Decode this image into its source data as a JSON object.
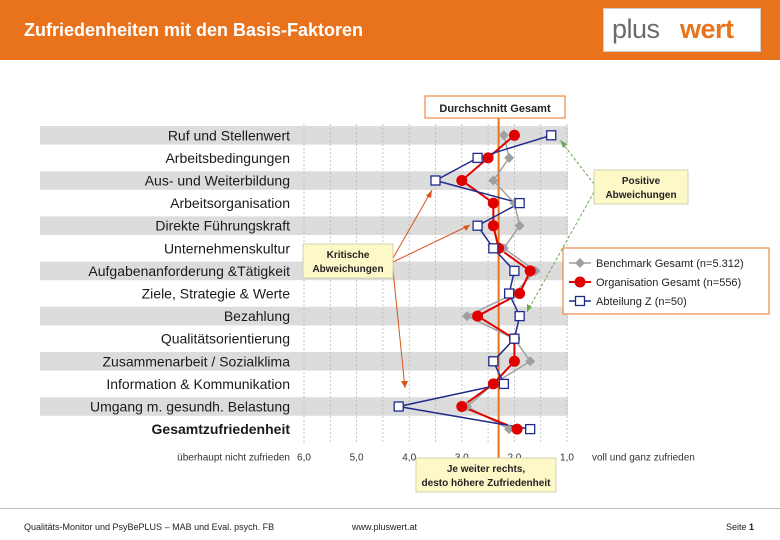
{
  "header": {
    "title": "Zufriedenheiten mit den Basis-Faktoren"
  },
  "logo": {
    "part1": "plus",
    "part2": "wert",
    "accent_color": "#e8731c"
  },
  "footer": {
    "left": "Qualitäts-Monitor und PsyBePLUS – MAB und Eval. psych. FB",
    "center": "www.pluswert.at",
    "page_label": "Seite",
    "page_number": "1"
  },
  "chart_data": {
    "type": "line",
    "orientation": "horizontal",
    "x_axis_reversed": true,
    "xlim": [
      6.0,
      1.0
    ],
    "x_ticks": [
      "6,0",
      "5,0",
      "4,0",
      "3,0",
      "2,0",
      "1,0"
    ],
    "x_label_left": "überhaupt nicht zufrieden",
    "x_label_right": "voll und ganz zufrieden",
    "categories": [
      "Ruf und Stellenwert",
      "Arbeitsbedingungen",
      "Aus- und Weiterbildung",
      "Arbeitsorganisation",
      "Direkte Führungskraft",
      "Unternehmenskultur",
      "Aufgabenanforderung &Tätigkeit",
      "Ziele, Strategie & Werte",
      "Bezahlung",
      "Qualitätsorientierung",
      "Zusammenarbeit / Sozialklima",
      "Information & Kommunikation",
      "Umgang m. gesundh. Belastung",
      "Gesamtzufriedenheit"
    ],
    "bold_category": "Gesamtzufriedenheit",
    "series": [
      {
        "name": "Benchmark Gesamt (n=5.312)",
        "color": "#a0a0a0",
        "marker": "diamond",
        "values": [
          2.2,
          2.1,
          2.4,
          2.0,
          1.9,
          2.2,
          1.6,
          2.0,
          2.9,
          2.0,
          1.7,
          2.4,
          2.9,
          2.1
        ]
      },
      {
        "name": "Organisation Gesamt  (n=556)",
        "color": "#e00000",
        "marker": "circle",
        "values": [
          2.0,
          2.5,
          3.0,
          2.4,
          2.4,
          2.3,
          1.7,
          1.9,
          2.7,
          2.0,
          2.0,
          2.4,
          3.0,
          1.95
        ]
      },
      {
        "name": "Abteilung Z (n=50)",
        "color": "#1f2a8c",
        "marker": "square",
        "values": [
          1.3,
          2.7,
          3.5,
          1.9,
          2.7,
          2.4,
          2.0,
          2.1,
          1.9,
          2.0,
          2.4,
          2.2,
          4.2,
          1.7
        ]
      }
    ],
    "reference_line": {
      "label": "Durchschnitt Gesamt",
      "value": 2.3,
      "color": "#e8731c"
    },
    "annotations": {
      "kritische": "Kritische Abweichungen",
      "positive": "Positive Abweichungen",
      "bottom_note": "Je weiter rechts, desto höhere Zufriedenheit"
    },
    "legend_position": "right",
    "grid": true
  }
}
